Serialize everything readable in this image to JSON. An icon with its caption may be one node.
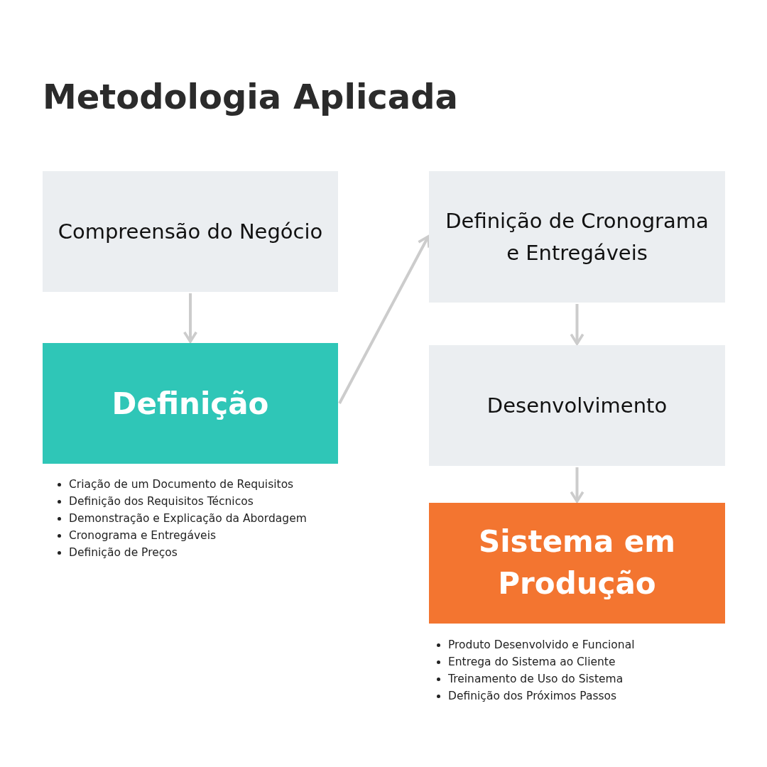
{
  "diagram": {
    "title": "Metodologia Aplicada",
    "nodes": [
      {
        "text": [
          "Compreensão do Negócio"
        ]
      },
      {
        "text": [
          "Definição"
        ],
        "beside": [
          "Criação de um Documento de Requisitos",
          "Definição dos Requisitos Técnicos",
          "Demonstração e Explicação da Abordagem",
          "Cronograma e Entregáveis",
          "Definição de Preços"
        ]
      },
      {
        "text": [
          "Definição de Cronograma e Entregáveis"
        ]
      },
      {
        "text": [
          "Desenvolvimento"
        ]
      },
      {
        "text": [
          "Sistema em Produção"
        ],
        "beside": [
          "Produto Desenvolvido e Funcional",
          "Entrega do Sistema ao Cliente",
          "Treinamento de Uso do Sistema",
          "Definição dos Próximos Passos"
        ]
      }
    ],
    "edges": [
      {
        "from": 0,
        "to": 1,
        "arrow": "to"
      },
      {
        "from": 1,
        "to": 2,
        "arrow": "to"
      },
      {
        "from": 2,
        "to": 3,
        "arrow": "to"
      },
      {
        "from": 3,
        "to": 4,
        "arrow": "to"
      }
    ]
  }
}
